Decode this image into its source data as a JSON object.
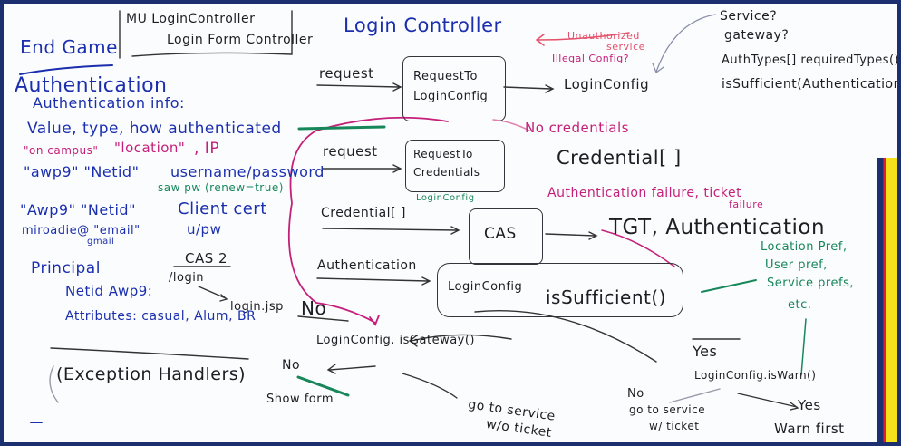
{
  "board": {
    "end_game": "End Game",
    "mu_login_controller": "MU LoginController",
    "login_form_controller": "Login Form Controller",
    "login_controller": "Login Controller",
    "authentication": "Authentication",
    "authentication_info": "Authentication info:",
    "value_type": "Value, type, how authenticated",
    "on_campus": "\"on campus\"",
    "location": "\"location\"",
    "ip": ", IP",
    "awp9_netid_1": "\"awp9\"   \"Netid\"",
    "username_password": "username/password",
    "saw_pw": "saw pw (renew=true)",
    "awp9_netid_2": "\"Awp9\"   \"Netid\"",
    "client_cert": "Client cert",
    "email": "miroadie@ \"email\"",
    "gmail": "gmail",
    "u_pw": "u/pw",
    "principal": "Principal",
    "cas2": "CAS 2",
    "slash_login": "/login",
    "netid_awp9": "Netid Awp9:",
    "login_jsp": "login.jsp",
    "no_1": "No",
    "attributes": "Attributes: casual, Alum, BR",
    "exception_handlers": "(Exception Handlers)",
    "no_2": "No",
    "show_form": "Show form",
    "is_gateway": "LoginConfig. isGateway()",
    "go_service_wo_1": "go to service",
    "go_service_wo_2": "w/o ticket",
    "request_1": "request",
    "box_req_login_1": "RequestTo",
    "box_req_login_2": "LoginConfig",
    "login_config": "LoginConfig",
    "unauthorized_service_1": "Unauthorized",
    "unauthorized_service_2": "service",
    "illegal_config": "Illegal Config?",
    "service_q": "Service?",
    "gateway_q": "gateway?",
    "auth_types": "AuthTypes[] requiredTypes()",
    "is_sufficient_auth": "isSufficient(Authentication)",
    "no_credentials": "No credentials",
    "request_2": "request",
    "box_req_cred_1": "RequestTo",
    "box_req_cred_2": "Credentials",
    "credential_big": "Credential[ ]",
    "auth_failure_1": "Authentication failure, ticket",
    "auth_failure_2": "failure",
    "login_config_small": "LoginConfig",
    "credential_small": "Credential[ ]",
    "cas": "CAS",
    "tgt_auth": "TGT, Authentication",
    "authentication_arrow": "Authentication",
    "box_loginconfig": "LoginConfig",
    "box_is_sufficient": "isSufficient()",
    "prefs_1": "Location Pref,",
    "prefs_2": "User pref,",
    "prefs_3": "Service prefs,",
    "prefs_4": "etc.",
    "yes_1": "Yes",
    "is_warn": "LoginConfig.isWarn()",
    "no_3": "No",
    "go_service_w_1": "go to service",
    "go_service_w_2": "w/ ticket",
    "yes_2": "Yes",
    "warn_first": "Warn first"
  },
  "colors": {
    "blue": "#1b2fae",
    "black": "#1d1d24",
    "magenta": "#c41f7a",
    "red": "#e4506a",
    "green": "#17875a",
    "frame": "#1c2f6e"
  }
}
